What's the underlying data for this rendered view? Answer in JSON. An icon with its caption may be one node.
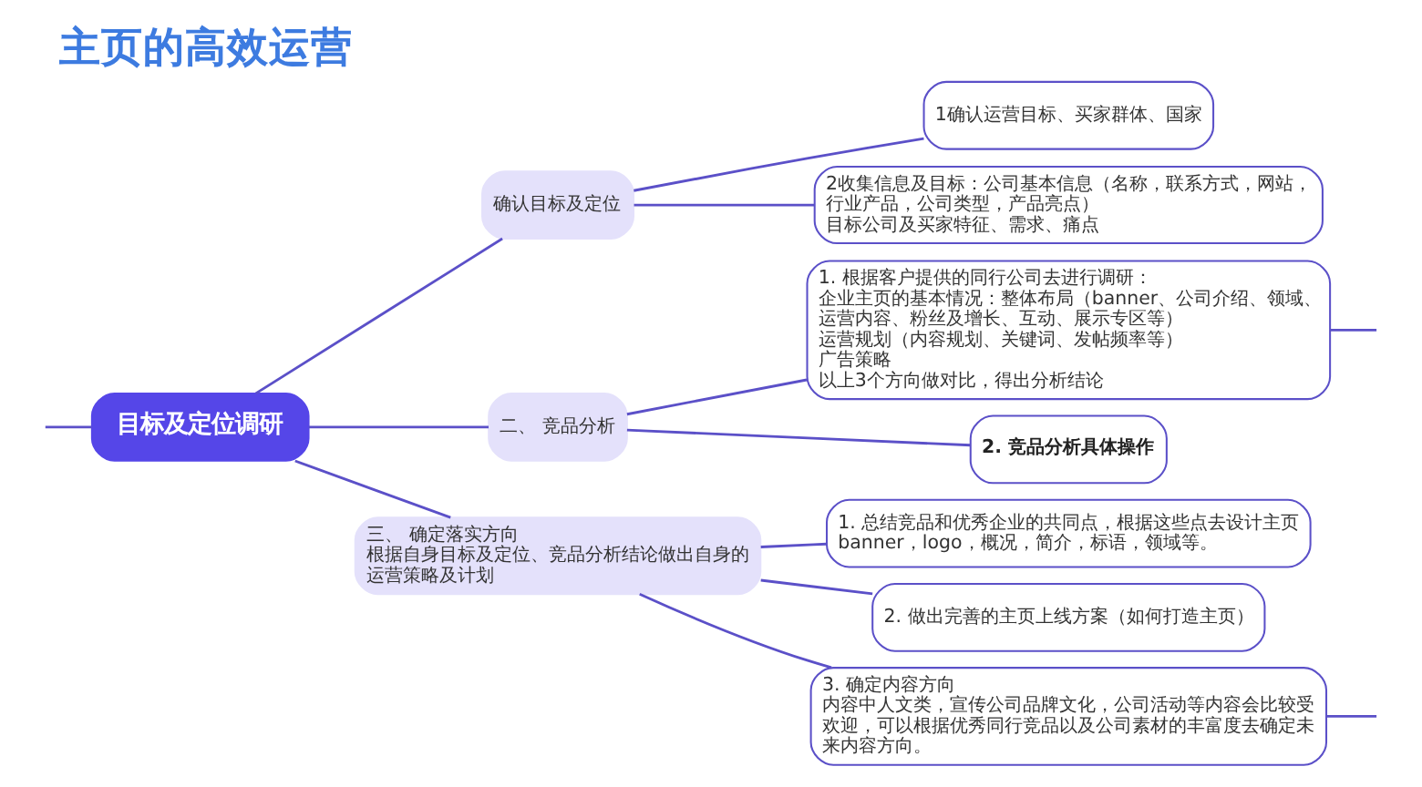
{
  "diagram": {
    "title": "主页的高效运营",
    "nodes": [
      {
        "text": [
          "目标及定位调研"
        ]
      },
      {
        "text": [
          "确认目标及定位"
        ]
      },
      {
        "text": [
          "1确认运营目标、买家群体、国家"
        ]
      },
      {
        "text": [
          "2收集信息及目标：公司基本信息（名称，联系方式，网站，行业产品，公司类型，产品亮点）",
          "目标公司及买家特征、需求、痛点"
        ]
      },
      {
        "text": [
          "二、 竞品分析"
        ]
      },
      {
        "text": [
          "1. 根据客户提供的同行公司去进行调研：",
          "企业主页的基本情况：整体布局（banner、公司介绍、领域、运营内容、粉丝及增长、互动、展示专区等）",
          "运营规划（内容规划、关键词、发帖频率等）",
          "广告策略",
          "以上3个方向做对比，得出分析结论"
        ]
      },
      {
        "text": [
          "2. 竞品分析具体操作"
        ]
      },
      {
        "text": [
          "三、 确定落实方向",
          "根据自身目标及定位、竞品分析结论做出自身的运营策略及计划"
        ]
      },
      {
        "text": [
          "1. 总结竞品和优秀企业的共同点，根据这些点去设计主页banner，logo，概况，简介，标语，领域等。"
        ]
      },
      {
        "text": [
          "2. 做出完善的主页上线方案（如何打造主页）"
        ]
      },
      {
        "text": [
          "3. 确定内容方向",
          "内容中人文类，宣传公司品牌文化，公司活动等内容会比较受欢迎，可以根据优秀同行竞品以及公司素材的丰富度去确定未来内容方向。"
        ]
      }
    ],
    "edges": [
      {
        "from": null,
        "to": 0,
        "arrow": "none"
      },
      {
        "from": 0,
        "to": 1,
        "arrow": "none"
      },
      {
        "from": 0,
        "to": 4,
        "arrow": "none"
      },
      {
        "from": 0,
        "to": 7,
        "arrow": "none"
      },
      {
        "from": 1,
        "to": 2,
        "arrow": "none"
      },
      {
        "from": 1,
        "to": 3,
        "arrow": "none"
      },
      {
        "from": 4,
        "to": 5,
        "arrow": "none"
      },
      {
        "from": 4,
        "to": 6,
        "arrow": "none"
      },
      {
        "from": 7,
        "to": 8,
        "arrow": "none"
      },
      {
        "from": 7,
        "to": 9,
        "arrow": "none"
      },
      {
        "from": 7,
        "to": 10,
        "arrow": "none"
      },
      {
        "from": 5,
        "to": null,
        "arrow": "none"
      },
      {
        "from": 10,
        "to": null,
        "arrow": "none"
      }
    ]
  }
}
